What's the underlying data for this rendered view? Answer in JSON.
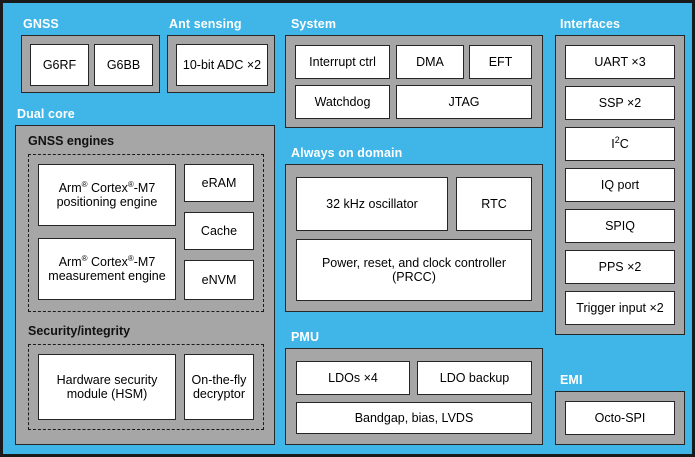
{
  "figure": {
    "colors": {
      "background": "#3FB5E8",
      "panel": "#A6A6A6",
      "box": "#FFFFFF",
      "outline": "#262626",
      "label_on_background": "#FFFFFF",
      "label_on_panel": "#111111"
    }
  },
  "groups": {
    "gnss": {
      "label": "GNSS",
      "blocks": [
        "G6RF",
        "G6BB"
      ]
    },
    "ant_sensing": {
      "label": "Ant sensing",
      "blocks": [
        "10-bit ADC ×2"
      ]
    },
    "dual_core": {
      "label": "Dual core",
      "gnss_engines": {
        "label": "GNSS engines",
        "engines": [
          "Arm® Cortex®-M7 positioning engine",
          "Arm® Cortex®-M7 measurement engine"
        ],
        "memories": [
          "eRAM",
          "Cache",
          "eNVM"
        ]
      },
      "security": {
        "label": "Security/integrity",
        "blocks": [
          "Hardware security module (HSM)",
          "On-the-fly decryptor"
        ]
      }
    },
    "system": {
      "label": "System",
      "row1": [
        "Interrupt ctrl",
        "DMA",
        "EFT"
      ],
      "row2": [
        "Watchdog",
        "JTAG"
      ]
    },
    "always_on": {
      "label": "Always on domain",
      "row1": [
        "32 kHz oscillator",
        "RTC"
      ],
      "row2": [
        "Power, reset, and clock controller (PRCC)"
      ]
    },
    "pmu": {
      "label": "PMU",
      "row1": [
        "LDOs ×4",
        "LDO backup"
      ],
      "row2": [
        "Bandgap, bias, LVDS"
      ]
    },
    "interfaces": {
      "label": "Interfaces",
      "blocks": [
        "UART ×3",
        "SSP ×2",
        "I²C",
        "IQ port",
        "SPIQ",
        "PPS ×2",
        "Trigger input ×2"
      ]
    },
    "emi": {
      "label": "EMI",
      "blocks": [
        "Octo-SPI"
      ]
    }
  }
}
